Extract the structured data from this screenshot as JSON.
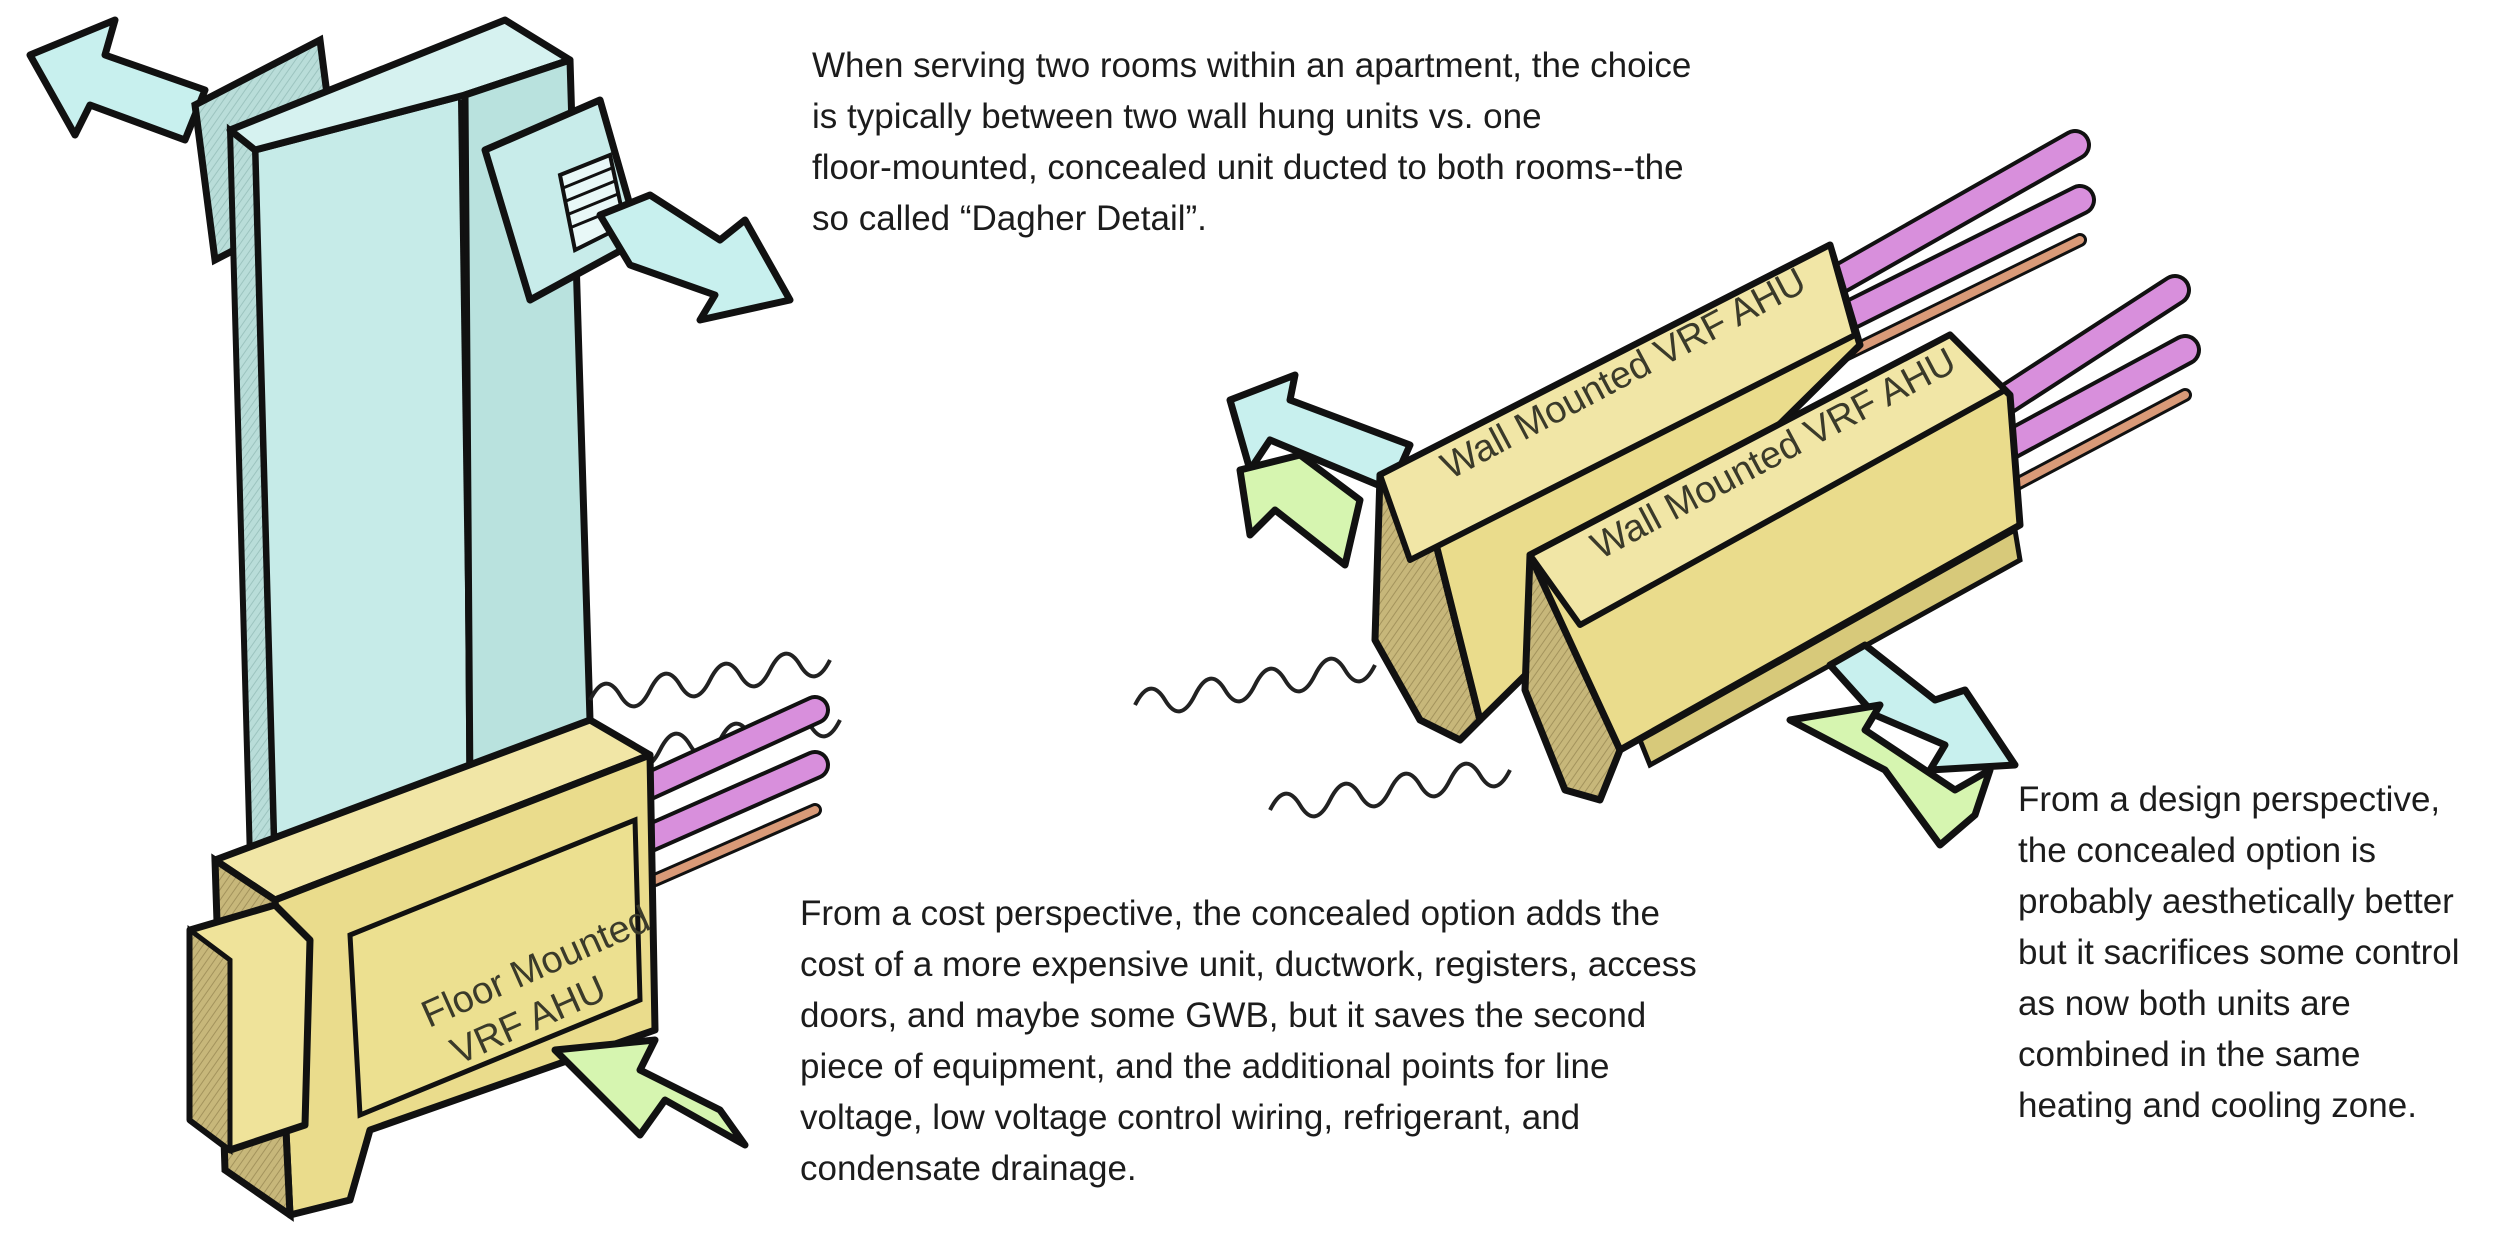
{
  "captions": {
    "intro": "When serving two rooms within an apartment, the choice\nis typically between two wall hung units vs. one\nfloor-mounted, concealed unit ducted to both rooms--the\nso called “Dagher Detail”.",
    "cost": "From a cost perspective, the concealed option adds the\ncost of a more expensive unit, ductwork, registers, access\ndoors, and maybe some GWB, but it saves the second\npiece of equipment, and the additional points for line\nvoltage, low voltage control wiring, refrigerant, and\ncondensate drainage.",
    "design": "From a design perspective,\nthe concealed option is\nprobably aesthetically better\nbut it sacrifices some control\nas now both units are\ncombined in the same\nheating and cooling zone."
  },
  "labels": {
    "floor_unit_line1": "Floor Mounted",
    "floor_unit_line2": "VRF AHU",
    "wall_unit_a": "Wall Mounted VRF AHU",
    "wall_unit_b": "Wall Mounted VRF AHU"
  },
  "colors": {
    "duct": "#bfe6e4",
    "unit": "#eadc8c",
    "unit_side": "#b8a86a",
    "supply_arrow": "#c8f0ee",
    "return_arrow": "#d6f5b0",
    "refrigerant_pipe": "#d88fdc",
    "condensate_pipe": "#d99a78",
    "outline": "#111111"
  }
}
